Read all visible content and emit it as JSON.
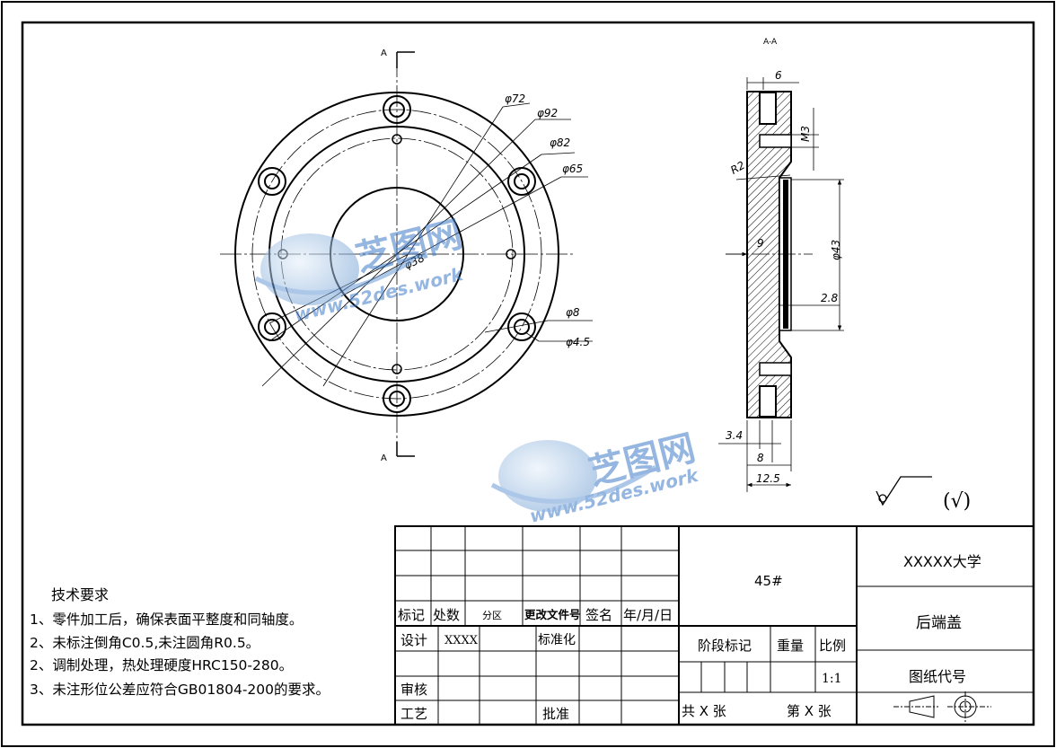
{
  "views": {
    "section_arrow_top": "A",
    "section_arrow_bottom": "A",
    "section_title": "A-A"
  },
  "front_view_dims": {
    "d72": "φ72",
    "d92": "φ92",
    "d82": "φ82",
    "d65": "φ65",
    "d38": "φ38",
    "d8": "φ8",
    "d4_5": "φ4.5"
  },
  "section_view_dims": {
    "w6": "6",
    "m3": "M3",
    "r2": "R2",
    "d43": "φ43",
    "w9": "9",
    "w2_8": "2.8",
    "w3_4": "3.4",
    "w8": "8",
    "w12_5": "12.5"
  },
  "roughness": {
    "symbol_note": "(√)"
  },
  "watermark": {
    "logo_text": "芝图网",
    "url": "www.52des.work"
  },
  "tech_requirements": {
    "title": "技术要求",
    "items": [
      "1、零件加工后，确保表面平整度和同轴度。",
      "2、未标注倒角C0.5,未注圆角R0.5。",
      "2、调制处理，热处理硬度HRC150-280。",
      "3、未注形位公差应符合GB01804-200的要求。"
    ]
  },
  "title_block": {
    "material": "45#",
    "school": "XXXXX大学",
    "part_name": "后端盖",
    "drawing_code_label": "图纸代号",
    "header": {
      "mark": "标记",
      "count": "处数",
      "zone": "分区",
      "change_doc": "更改文件号",
      "sign": "签名",
      "date": "年/月/日"
    },
    "design_label": "设计",
    "designer": "XXXX",
    "standardize": "标准化",
    "review": "审核",
    "craft": "工艺",
    "approve": "批准",
    "stage_mark": "阶段标记",
    "weight": "重量",
    "scale_label": "比例",
    "scale_value": "1:1",
    "sheets_total": "共 X 张",
    "sheet_no": "第 X 张"
  }
}
